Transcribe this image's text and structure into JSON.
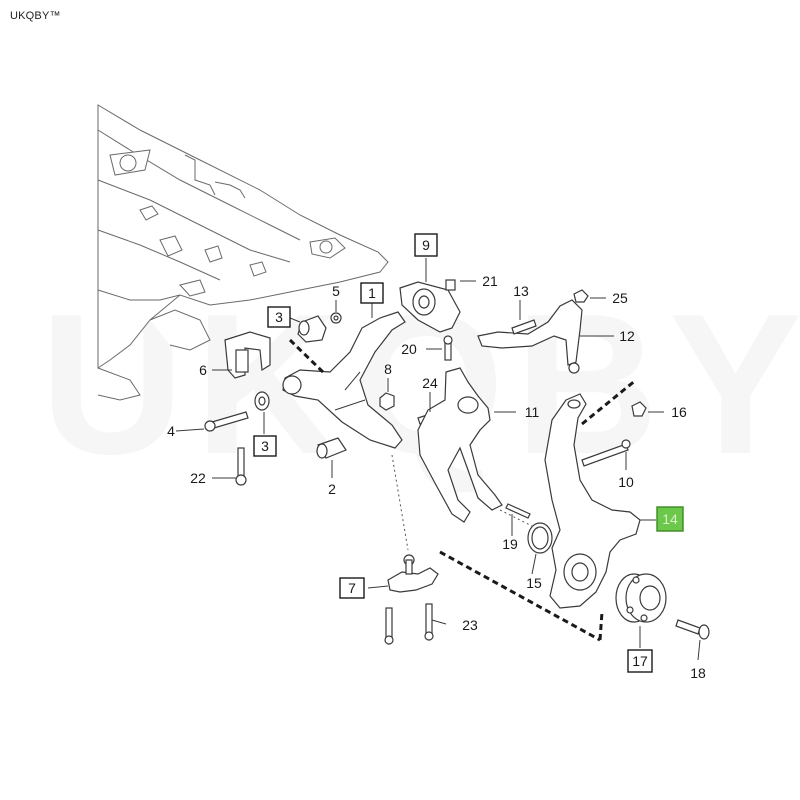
{
  "brand": "UKQBY™",
  "watermark": "UKQBY™",
  "colors": {
    "highlight": "#6cc84a",
    "line": "#3a3a3a",
    "box_border": "#1a1a1a"
  },
  "callouts": [
    {
      "id": "c1",
      "label": "1",
      "boxed": true
    },
    {
      "id": "c2",
      "label": "2",
      "boxed": false
    },
    {
      "id": "c3a",
      "label": "3",
      "boxed": true
    },
    {
      "id": "c3b",
      "label": "3",
      "boxed": true
    },
    {
      "id": "c4",
      "label": "4",
      "boxed": false
    },
    {
      "id": "c5",
      "label": "5",
      "boxed": false
    },
    {
      "id": "c6",
      "label": "6",
      "boxed": false
    },
    {
      "id": "c7",
      "label": "7",
      "boxed": true
    },
    {
      "id": "c8",
      "label": "8",
      "boxed": false
    },
    {
      "id": "c9",
      "label": "9",
      "boxed": true
    },
    {
      "id": "c10",
      "label": "10",
      "boxed": false
    },
    {
      "id": "c11",
      "label": "11",
      "boxed": false
    },
    {
      "id": "c12",
      "label": "12",
      "boxed": false
    },
    {
      "id": "c13",
      "label": "13",
      "boxed": false
    },
    {
      "id": "c14",
      "label": "14",
      "boxed": true,
      "highlighted": true
    },
    {
      "id": "c15",
      "label": "15",
      "boxed": false
    },
    {
      "id": "c16",
      "label": "16",
      "boxed": false
    },
    {
      "id": "c17",
      "label": "17",
      "boxed": true
    },
    {
      "id": "c18",
      "label": "18",
      "boxed": false
    },
    {
      "id": "c19",
      "label": "19",
      "boxed": false
    },
    {
      "id": "c20",
      "label": "20",
      "boxed": false
    },
    {
      "id": "c21",
      "label": "21",
      "boxed": false
    },
    {
      "id": "c22",
      "label": "22",
      "boxed": false
    },
    {
      "id": "c23",
      "label": "23",
      "boxed": false
    },
    {
      "id": "c24",
      "label": "24",
      "boxed": false
    },
    {
      "id": "c25",
      "label": "25",
      "boxed": false
    }
  ]
}
